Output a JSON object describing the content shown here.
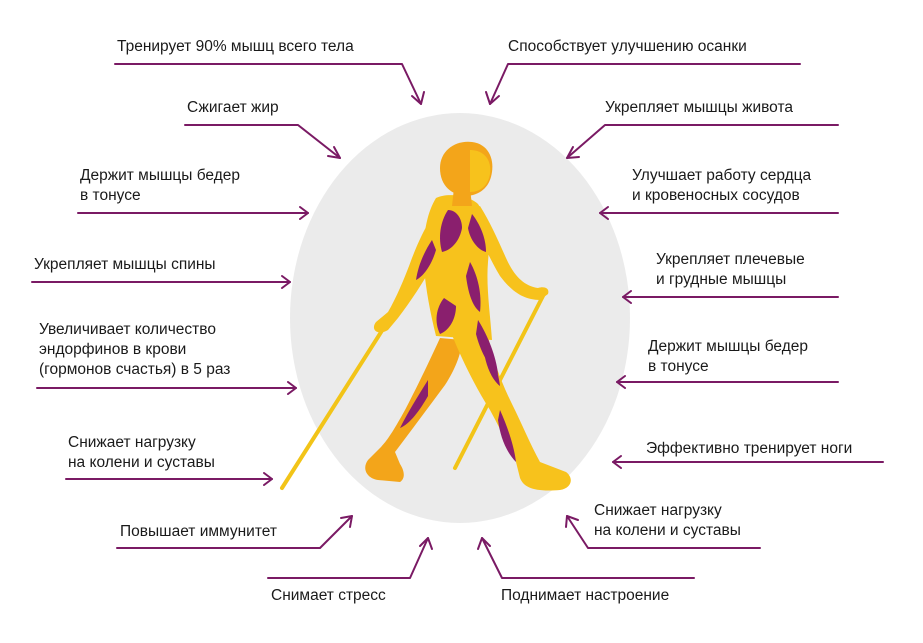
{
  "colors": {
    "accent": "#7a1a64",
    "body_yellow": "#f7c21c",
    "body_orange": "#f3a51a",
    "muscle": "#8a1f6e",
    "pole": "#f2c418",
    "circle": "#ebebeb"
  },
  "benefits_left": [
    {
      "text": "Тренирует 90% мышц всего тела"
    },
    {
      "text": "Сжигает жир"
    },
    {
      "text": "Держит мышцы бедер\nв тонусе"
    },
    {
      "text": "Укрепляет мышцы спины"
    },
    {
      "text": "Увеличивает количество\nэндорфинов в крови\n(гормонов счастья) в 5 раз"
    },
    {
      "text": "Снижает нагрузку\nна колени и суставы"
    },
    {
      "text": "Повышает иммунитет"
    }
  ],
  "benefits_right": [
    {
      "text": "Способствует улучшению осанки"
    },
    {
      "text": "Укрепляет мышцы живота"
    },
    {
      "text": "Улучшает работу сердца\nи кровеносных сосудов"
    },
    {
      "text": "Укрепляет плечевые\nи грудные мышцы"
    },
    {
      "text": "Держит мышцы бедер\nв тонусе"
    },
    {
      "text": "Эффективно тренирует ноги"
    },
    {
      "text": "Снижает нагрузку\nна колени и суставы"
    }
  ],
  "benefits_bottom": [
    {
      "text": "Снимает стресс"
    },
    {
      "text": "Поднимает настроение"
    }
  ]
}
